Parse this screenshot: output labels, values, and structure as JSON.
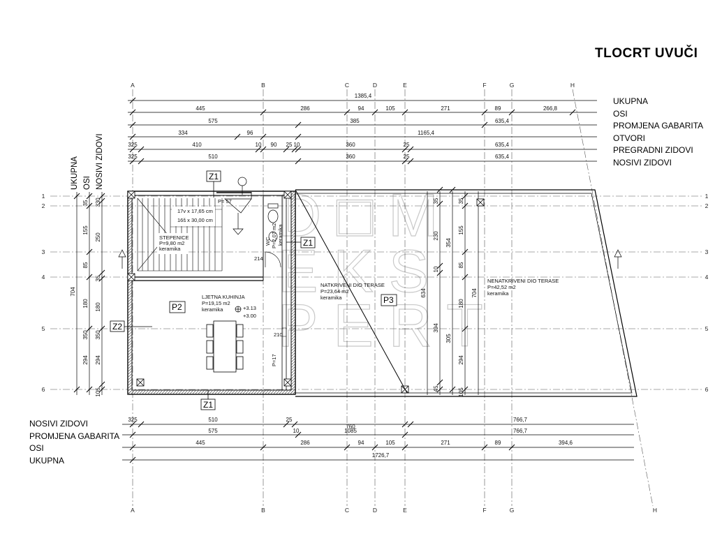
{
  "title": "TLOCRT UVUČI",
  "legend_top": [
    "UKUPNA",
    "OSI",
    "PROMJENA GABARITA",
    "OTVORI",
    "PREGRADNI ZIDOVI",
    "NOSIVI ZIDOVI"
  ],
  "legend_bottom": [
    "NOSIVI ZIDOVI",
    "PROMJENA GABARITA",
    "OSI",
    "UKUPNA"
  ],
  "legend_left": [
    "UKUPNA",
    "OSI",
    "NOSIVI ZIDOVI"
  ],
  "axes_letters": [
    "A",
    "B",
    "C",
    "D",
    "E",
    "F",
    "G",
    "H"
  ],
  "axes_numbers": [
    "1",
    "2",
    "3",
    "4",
    "5",
    "6"
  ],
  "dims_top": {
    "ukupna": "1385,4",
    "osi": [
      "445",
      "286",
      "94",
      "105",
      "271",
      "89",
      "266,8"
    ],
    "gabarit": [
      "575",
      "385",
      "635,4"
    ],
    "otvori": [
      "334",
      "96",
      "1165,4"
    ],
    "pregradni": [
      "325",
      "410",
      "10",
      "90",
      "25",
      "10",
      "360",
      "25",
      "635,4"
    ],
    "nosivi": [
      "325",
      "510",
      "360",
      "25",
      "635,4"
    ]
  },
  "dims_bottom": {
    "nosivi": [
      "325",
      "510",
      "25",
      "766,7"
    ],
    "gabarit": [
      "575",
      "10",
      "1085",
      "766,7"
    ],
    "osi": [
      "445",
      "286",
      "94",
      "105",
      "271",
      "89",
      "394,6"
    ],
    "ukupna": "1726,7",
    "extra": "760"
  },
  "dims_left": {
    "ukupna": "704",
    "osi": [
      "155",
      "85",
      "180",
      "350",
      "294"
    ],
    "nosivi": [
      "35",
      "250",
      "35",
      "180",
      "350",
      "294",
      "105"
    ],
    "small": [
      "330",
      "10",
      "10"
    ]
  },
  "dims_right": {
    "a": [
      "35",
      "230",
      "10",
      "394",
      "45"
    ],
    "b": [
      "354",
      "634"
    ],
    "c": [
      "35",
      "155",
      "85",
      "180",
      "305",
      "294",
      "105"
    ],
    "d": [
      "704"
    ]
  },
  "section_labels": [
    "Z1",
    "Z1",
    "Z1",
    "Z2"
  ],
  "rooms": [
    {
      "id": "P2",
      "name": "LJETNA KUHINJA",
      "area": "P=19,15 m2",
      "finish": "keramika"
    },
    {
      "id": "P3",
      "name": "NATKRIVENI DIO TERASE",
      "area": "P=23,64 m2",
      "finish": "keramika"
    },
    {
      "id": "",
      "name": "NENATKRIVENI DIO TERASE",
      "area": "P=42,52 m2",
      "finish": "keramika"
    },
    {
      "id": "",
      "name": "STEPENICE",
      "area": "P=9,80 m2",
      "finish": "keramika"
    },
    {
      "id": "",
      "name": "WC",
      "area": "P=2,07 m2",
      "finish": "keramika"
    }
  ],
  "stairs": {
    "steps": "17v x 17,65 cm",
    "treads": "16š x 30,00 cm"
  },
  "levels": [
    "+3.13",
    "+3.00"
  ],
  "misc": {
    "p57": "P= 57",
    "p17": "P=17",
    "d210": "210",
    "d214": "214"
  },
  "watermark": [
    "D□M",
    "EKS",
    "PERT"
  ]
}
